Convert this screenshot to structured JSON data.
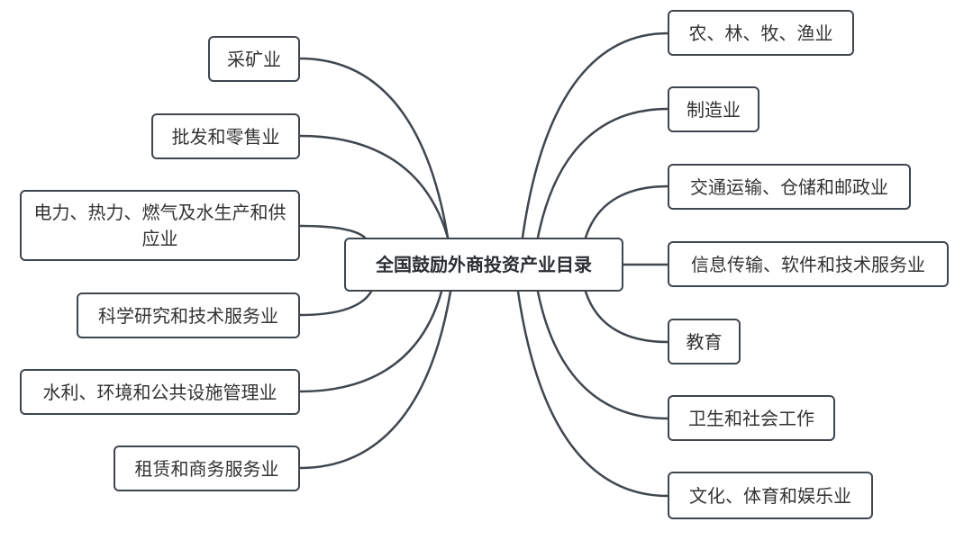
{
  "diagram": {
    "root": "全国鼓励外商投资产业目录",
    "left_branches": [
      "采矿业",
      "批发和零售业",
      "电力、热力、燃气及水生产和供应业",
      "科学研究和技术服务业",
      "水利、环境和公共设施管理业",
      "租赁和商务服务业"
    ],
    "right_branches": [
      "农、林、牧、渔业",
      "制造业",
      "交通运输、仓储和邮政业",
      "信息传输、软件和技术服务业",
      "教育",
      "卫生和社会工作",
      "文化、体育和娱乐业"
    ],
    "colors": {
      "line": "#3f464d",
      "text": "#333333",
      "background": "#ffffff"
    }
  }
}
